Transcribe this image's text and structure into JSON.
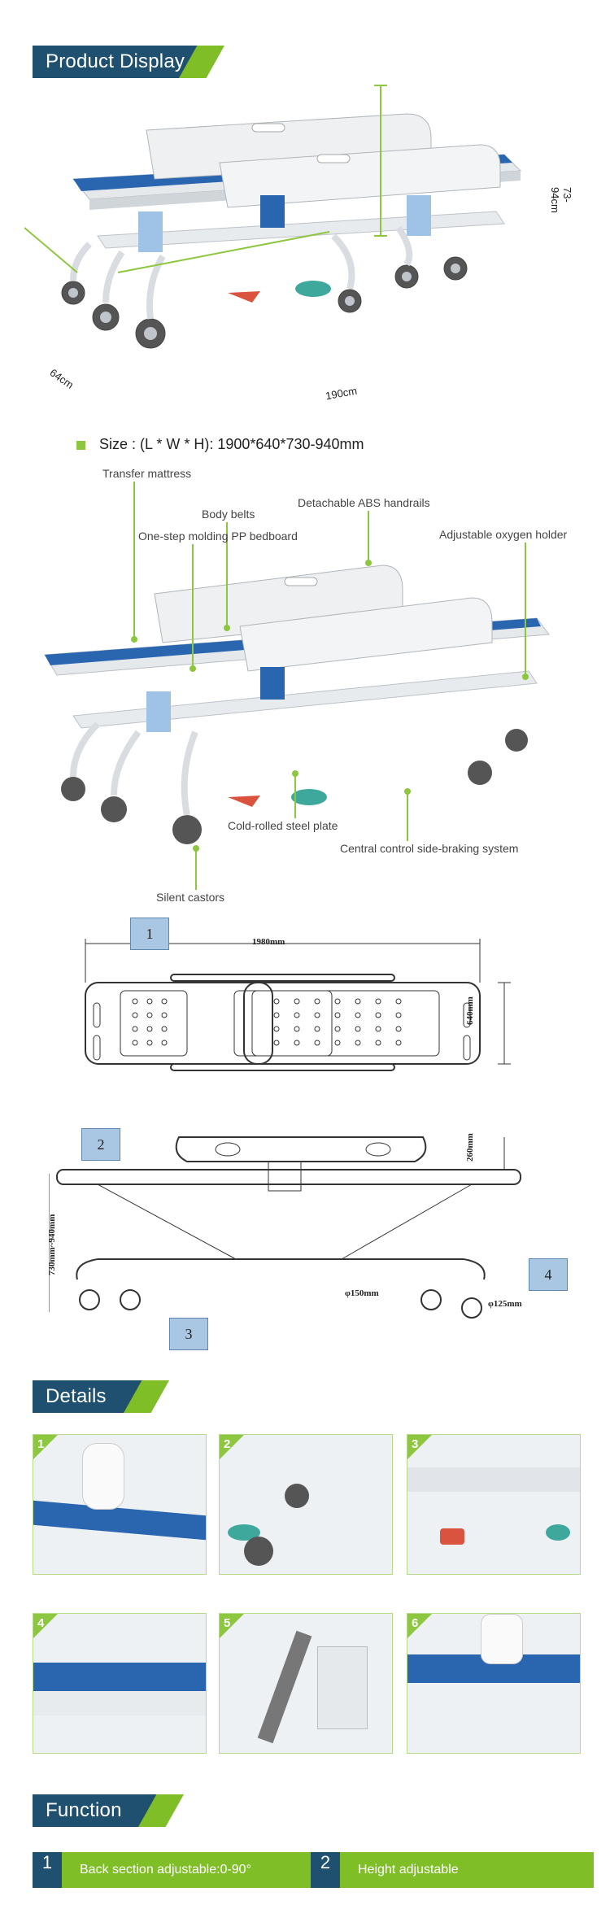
{
  "sections": {
    "product_display": "Product Display",
    "details": "Details",
    "function": "Function"
  },
  "product": {
    "height_label": "73-94cm",
    "width_label": "64cm",
    "length_label": "190cm",
    "size_text": "Size : (L * W * H): 1900*640*730-940mm"
  },
  "callouts": {
    "transfer_mattress": "Transfer mattress",
    "body_belts": "Body belts",
    "handrails": "Detachable ABS handrails",
    "bedboard": "One-step molding PP bedboard",
    "oxygen": "Adjustable oxygen holder",
    "steel_plate": "Cold-rolled steel plate",
    "braking": "Central control side-braking system",
    "castors": "Silent castors"
  },
  "drawing": {
    "n1": "1",
    "n2": "2",
    "n3": "3",
    "n4": "4",
    "d1980": "1980mm",
    "d640": "640mm",
    "d260": "260mm",
    "d730": "730mm~940mm",
    "d150": "φ150mm",
    "d125": "φ125mm"
  },
  "details": [
    "1",
    "2",
    "3",
    "4",
    "5",
    "6"
  ],
  "functions": [
    {
      "num": "1",
      "label": "Back section adjustable:0-90°"
    },
    {
      "num": "2",
      "label": "Height adjustable"
    }
  ],
  "colors": {
    "navy": "#1f5070",
    "green": "#7fbe27",
    "blue_pad": "#2a65b0"
  }
}
